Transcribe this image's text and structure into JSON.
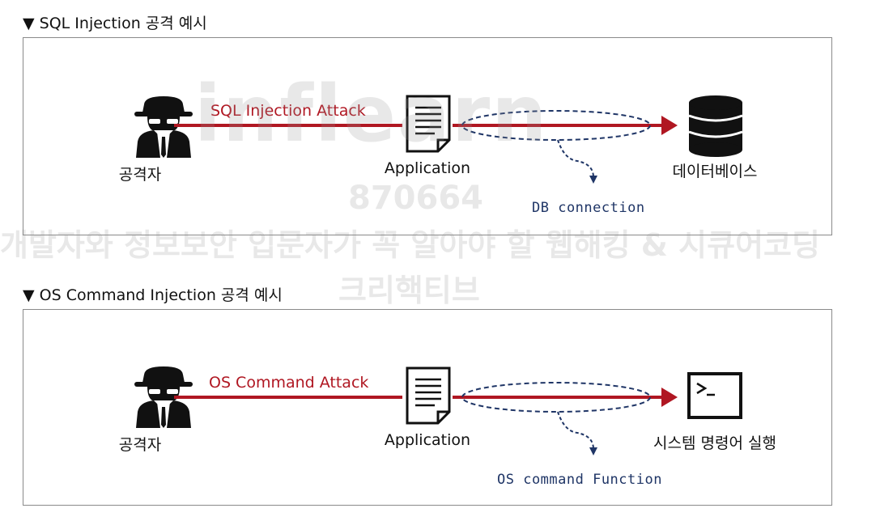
{
  "sections": [
    {
      "title": "▼ SQL Injection 공격 예시",
      "attacker_label": "공격자",
      "attack_label": "SQL Injection Attack",
      "app_label": "Application",
      "target_label": "데이터베이스",
      "note_label": "DB connection",
      "target_icon": "database-icon"
    },
    {
      "title": "▼ OS Command Injection 공격 예시",
      "attacker_label": "공격자",
      "attack_label": "OS Command Attack",
      "app_label": "Application",
      "target_label": "시스템 명령어 실행",
      "note_label": "OS command Function",
      "target_icon": "terminal-icon"
    }
  ],
  "watermark": {
    "brand": "inflearn",
    "code": "870664",
    "line1": "개발자와 정보보안 입문자가 꼭 알아야 할 웹해킹 & 시큐어코딩",
    "line2": "크리핵티브"
  },
  "colors": {
    "attack": "#b01722",
    "note": "#1f3566",
    "icon": "#111111"
  }
}
